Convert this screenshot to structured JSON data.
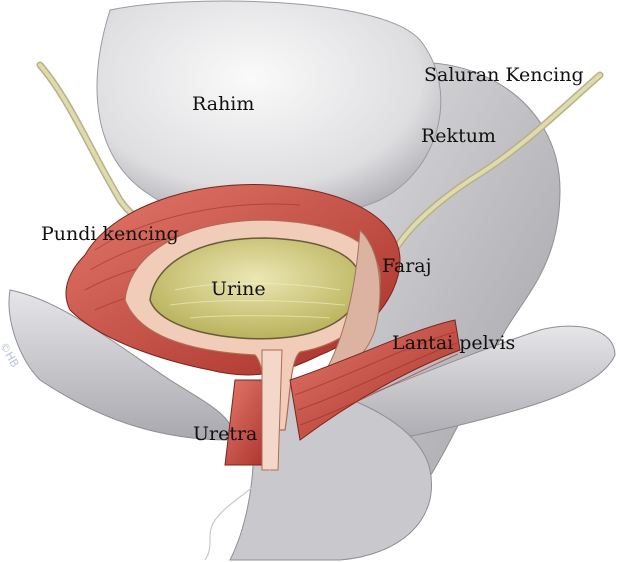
{
  "labels": {
    "uterus": "Rahim",
    "ureter": "Saluran Kencing",
    "rectum": "Rektum",
    "bladder": "Pundi kencing",
    "vagina": "Faraj",
    "urine": "Urine",
    "pelvic_floor": "Lantai pelvis",
    "urethra": "Uretra"
  },
  "copyright": "©HB",
  "colors": {
    "organ_gray": "#d9d9dc",
    "muscle_red": "#c8463c",
    "bladder_wall": "#f1cbb8",
    "urine": "#d9d48a",
    "ureter_tube": "#cfc89a"
  }
}
